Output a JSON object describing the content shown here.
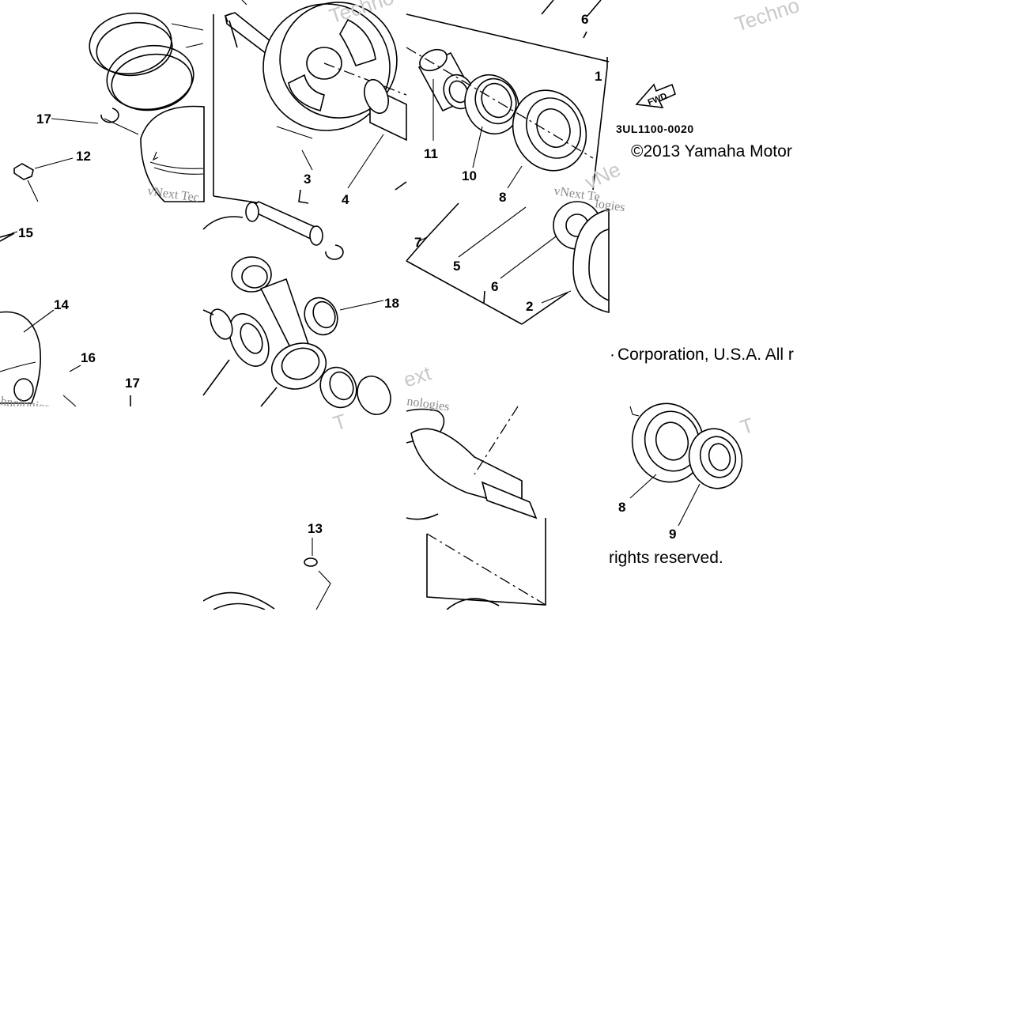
{
  "diagram": {
    "part_numbers": [
      "1",
      "2",
      "3",
      "4",
      "5",
      "6",
      "7",
      "8",
      "9",
      "10",
      "11",
      "12",
      "13",
      "14",
      "15",
      "16",
      "17",
      "18"
    ],
    "labels": {
      "p6_top": "6",
      "p1": "1",
      "p3": "3",
      "p4": "4",
      "p11": "11",
      "p10": "10",
      "p8_top": "8",
      "p17_top": "17",
      "p12": "12",
      "p15": "15",
      "p14": "14",
      "p16": "16",
      "p17_bottom": "17",
      "p18": "18",
      "p7": "7",
      "p5": "5",
      "p6_bottom": "6",
      "p2": "2",
      "p13": "13",
      "p8_bottom": "8",
      "p9": "9"
    },
    "diagram_code": "3UL1100-0020",
    "fwd_label": "FWD",
    "copyright_line1": "©2013 Yamaha Motor",
    "copyright_line2": "Corporation, U.S.A. All r",
    "copyright_line2_prefix": "·",
    "copyright_line3": "rights reserved.",
    "watermarks": {
      "techno": "Techno",
      "techno2": "Techno",
      "vnext": "vNext Tec",
      "vnext2": "vNext Te",
      "nologies": "hnologies",
      "nologies2": "nologies",
      "next": "ext",
      "t1": "T",
      "t2": "T",
      "vne": "vNe",
      "logies": "logies"
    }
  },
  "colors": {
    "background": "#ffffff",
    "line": "#000000",
    "watermark": "#c9c9c9"
  }
}
